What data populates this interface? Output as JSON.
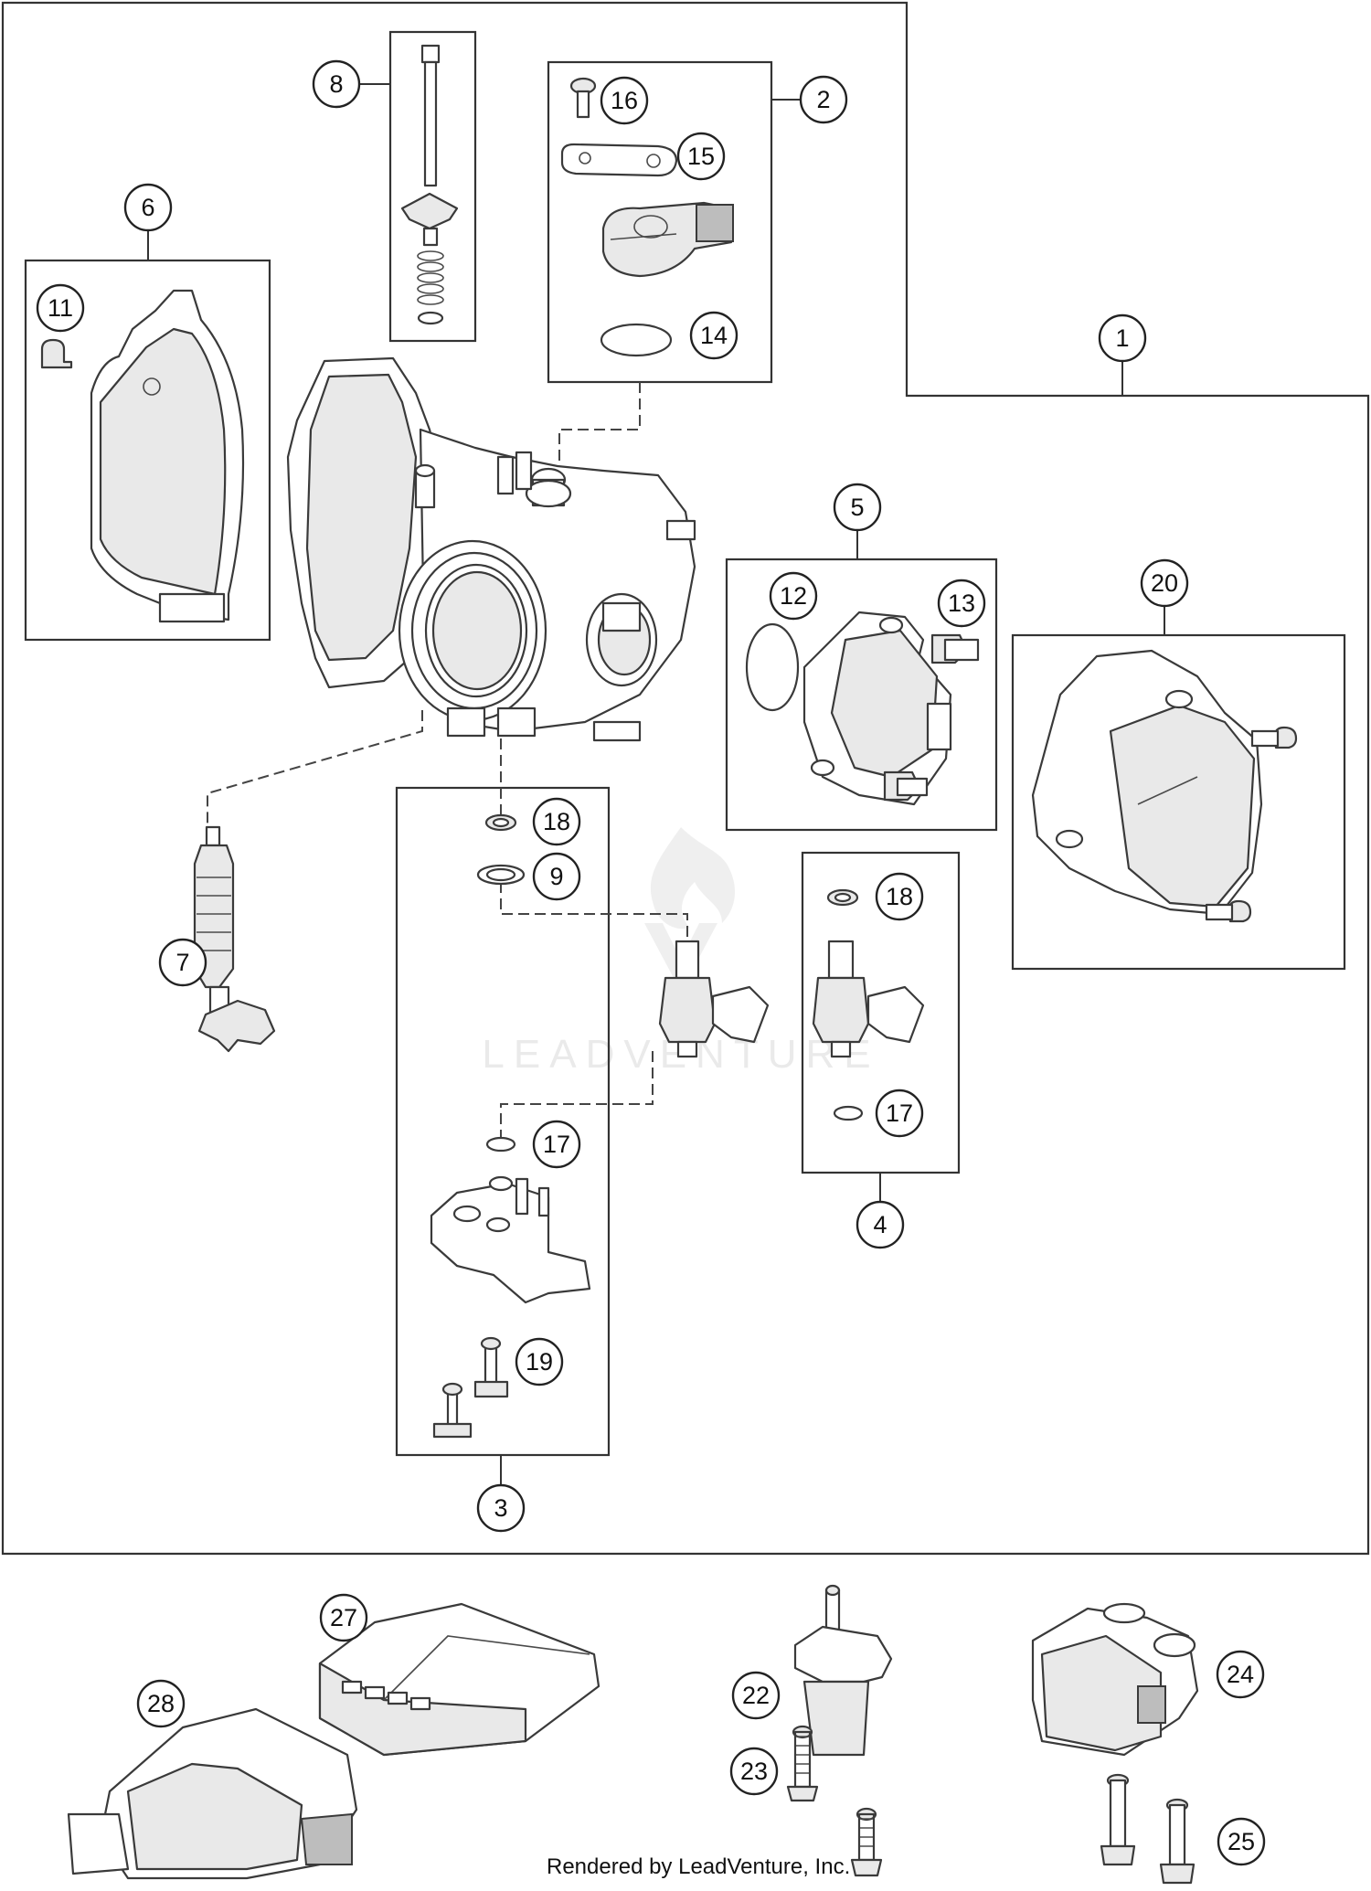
{
  "callouts": [
    {
      "id": "c1",
      "label": "1"
    },
    {
      "id": "c2",
      "label": "2"
    },
    {
      "id": "c3",
      "label": "3"
    },
    {
      "id": "c4",
      "label": "4"
    },
    {
      "id": "c5",
      "label": "5"
    },
    {
      "id": "c6",
      "label": "6"
    },
    {
      "id": "c7",
      "label": "7"
    },
    {
      "id": "c8",
      "label": "8"
    },
    {
      "id": "c9",
      "label": "9"
    },
    {
      "id": "c11",
      "label": "11"
    },
    {
      "id": "c12",
      "label": "12"
    },
    {
      "id": "c13",
      "label": "13"
    },
    {
      "id": "c14",
      "label": "14"
    },
    {
      "id": "c15",
      "label": "15"
    },
    {
      "id": "c16",
      "label": "16"
    },
    {
      "id": "c17a",
      "label": "17"
    },
    {
      "id": "c17b",
      "label": "17"
    },
    {
      "id": "c18a",
      "label": "18"
    },
    {
      "id": "c18b",
      "label": "18"
    },
    {
      "id": "c19",
      "label": "19"
    },
    {
      "id": "c20",
      "label": "20"
    },
    {
      "id": "c22",
      "label": "22"
    },
    {
      "id": "c23",
      "label": "23"
    },
    {
      "id": "c24",
      "label": "24"
    },
    {
      "id": "c25",
      "label": "25"
    },
    {
      "id": "c27",
      "label": "27"
    },
    {
      "id": "c28",
      "label": "28"
    }
  ],
  "watermark": "LEADVENTURE",
  "footer": "Rendered by LeadVenture, Inc."
}
